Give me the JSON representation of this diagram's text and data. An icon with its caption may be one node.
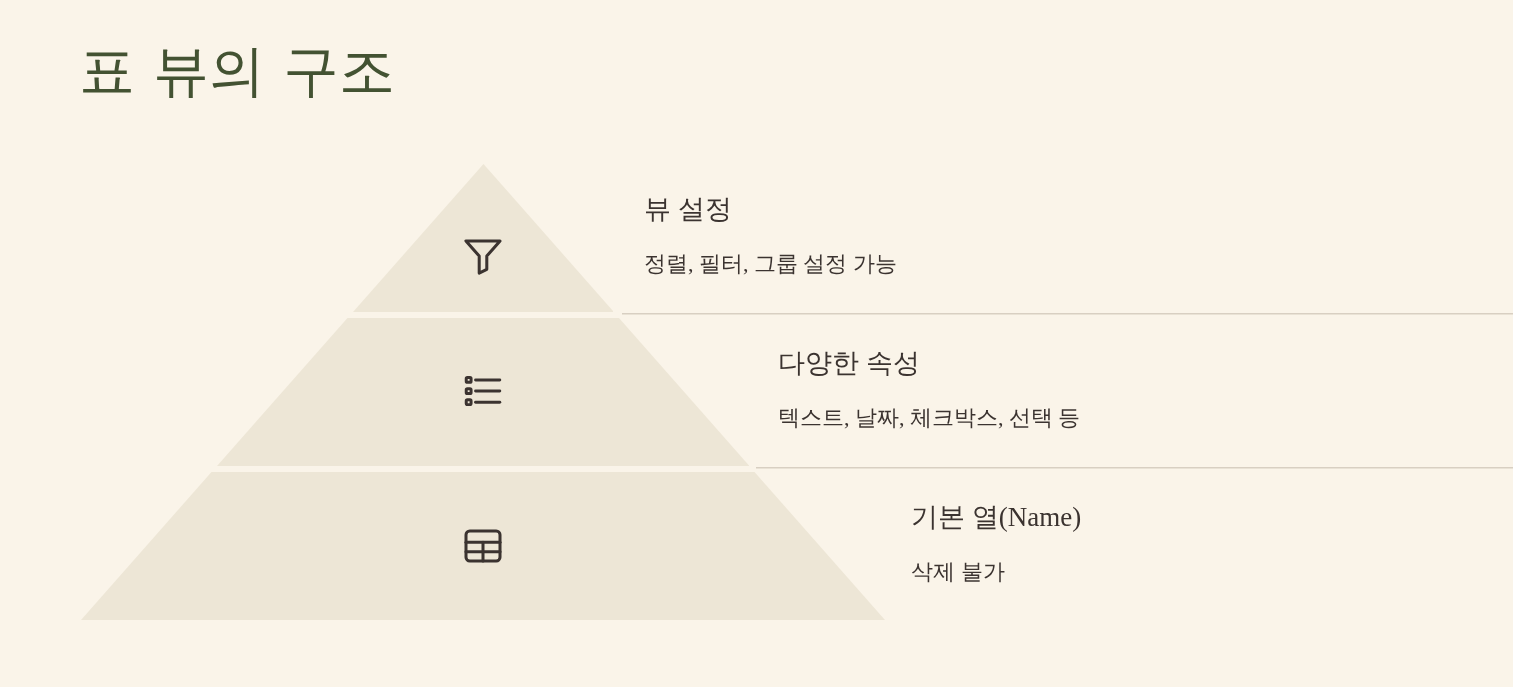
{
  "diagram": {
    "title": "표 뷰의 구조",
    "nodes": [
      {
        "text": [
          "뷰 설정",
          "정렬, 필터, 그룹 설정 가능"
        ]
      },
      {
        "text": [
          "다양한 속성",
          "텍스트, 날짜, 체크박스, 선택 등"
        ]
      },
      {
        "text": [
          "기본 열(Name)",
          "삭제 불가"
        ]
      }
    ]
  }
}
